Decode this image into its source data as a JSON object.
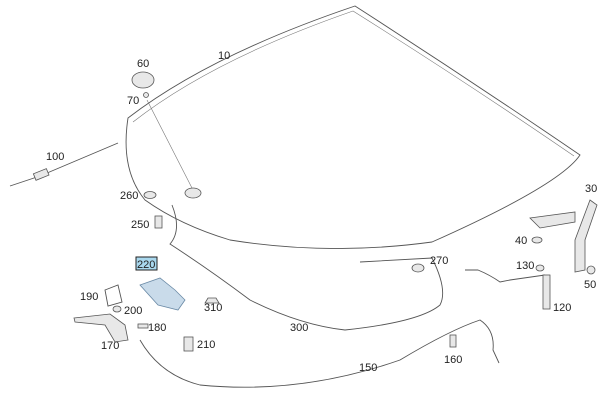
{
  "diagram": {
    "selected_part": "220",
    "highlight_color": "#a9d8ee",
    "labels": {
      "p10": "10",
      "p30": "30",
      "p40": "40",
      "p50": "50",
      "p60": "60",
      "p70": "70",
      "p100": "100",
      "p120": "120",
      "p130": "130",
      "p150": "150",
      "p160": "160",
      "p170": "170",
      "p180": "180",
      "p190": "190",
      "p200": "200",
      "p210": "210",
      "p220": "220",
      "p250": "250",
      "p260": "260",
      "p270": "270",
      "p300": "300",
      "p310": "310"
    }
  }
}
